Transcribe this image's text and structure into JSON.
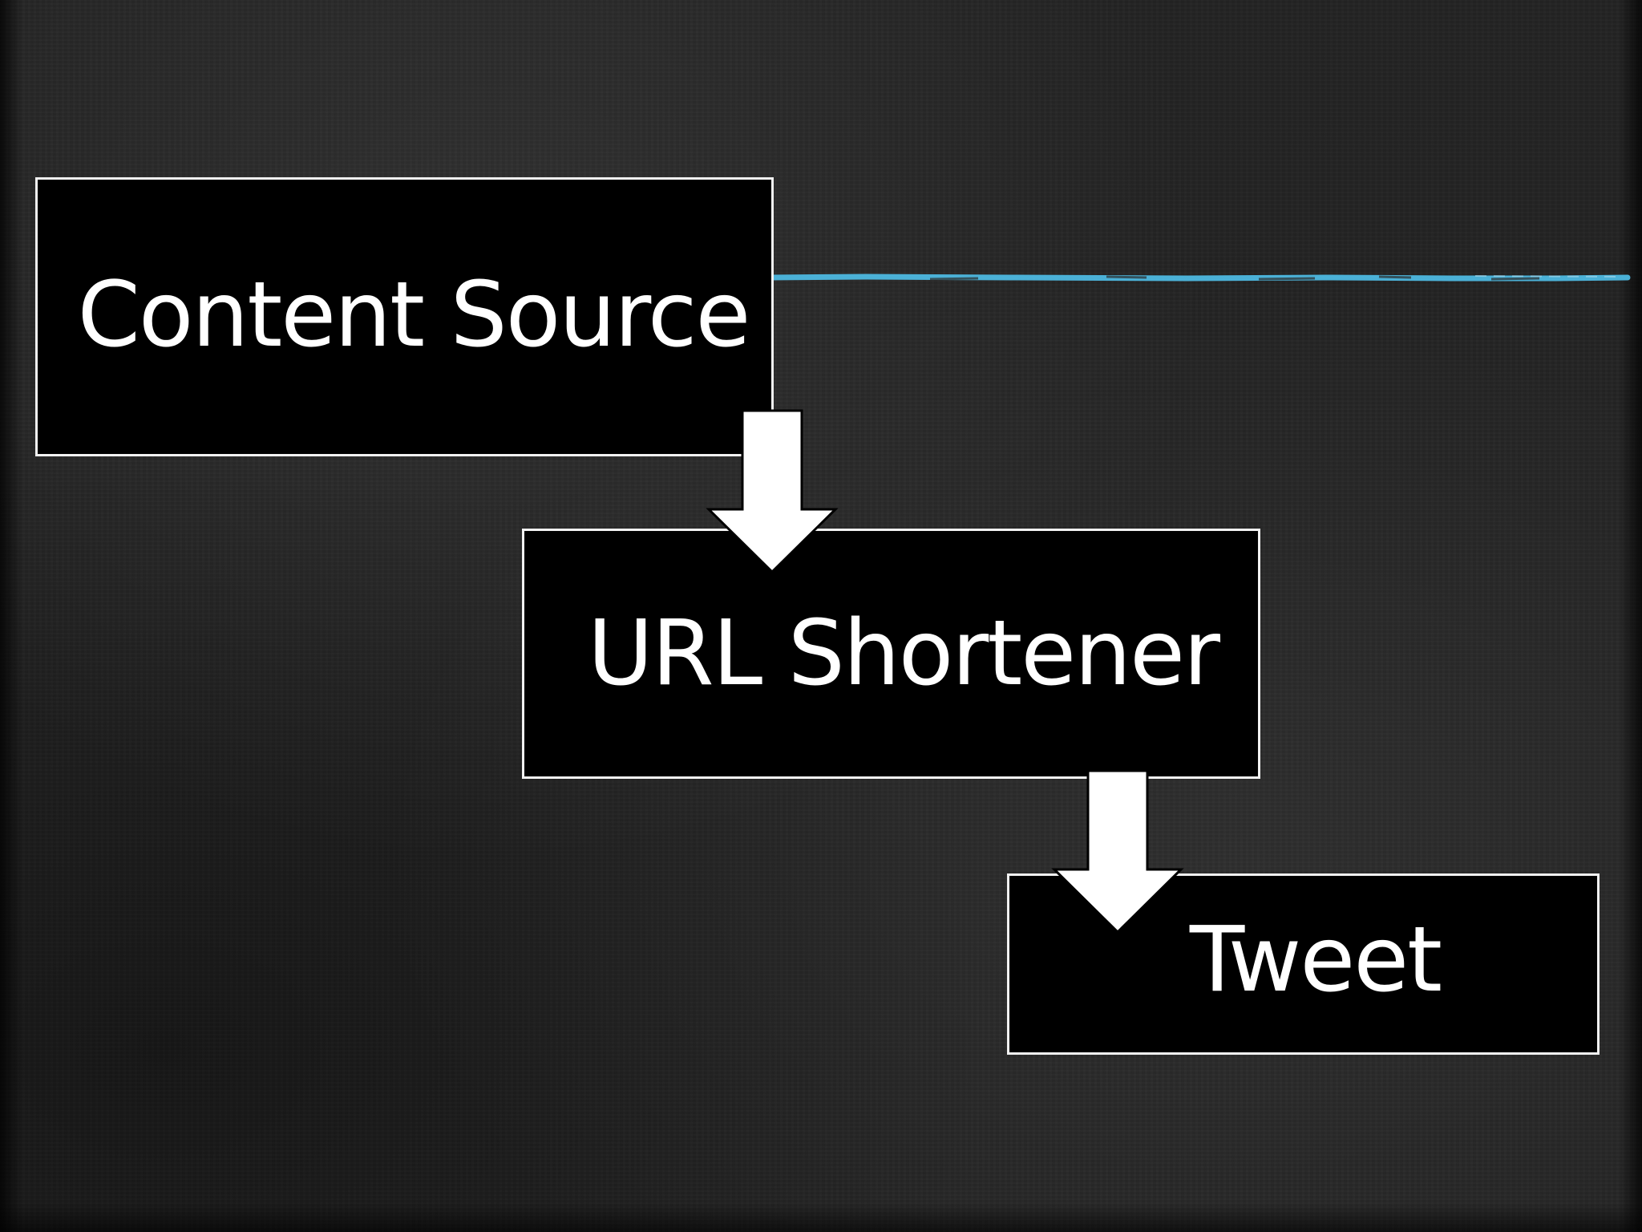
{
  "slide": {
    "background": "chalkboard",
    "accent_color": "#4db8e0"
  },
  "diagram": {
    "nodes": [
      {
        "id": "content-source",
        "label": "Content Source"
      },
      {
        "id": "url-shortener",
        "label": "URL Shortener"
      },
      {
        "id": "tweet",
        "label": "Tweet"
      }
    ],
    "edges": [
      {
        "from": "content-source",
        "to": "url-shortener",
        "icon": "arrow-down-icon"
      },
      {
        "from": "url-shortener",
        "to": "tweet",
        "icon": "arrow-down-icon"
      }
    ]
  }
}
